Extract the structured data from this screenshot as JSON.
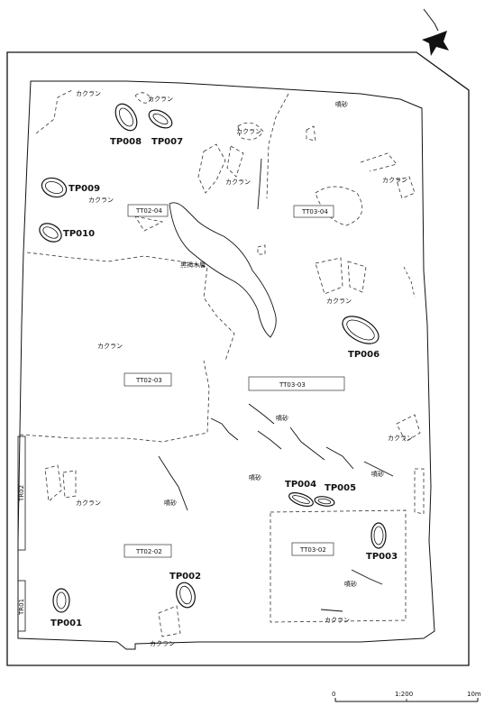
{
  "test_pits": [
    "TP001",
    "TP002",
    "TP003",
    "TP004",
    "TP005",
    "TP006",
    "TP007",
    "TP008",
    "TP009",
    "TP010"
  ],
  "trench_boxes": [
    "TT02-04",
    "TT03-04",
    "TT02-03",
    "TT03-03",
    "TT02-02",
    "TT03-02"
  ],
  "side_labels": [
    "TR02",
    "TR01"
  ],
  "disturbance_label": "カクラン",
  "sand_label": "噴砂",
  "feature_label": "黒褐木層",
  "scale": {
    "zero": "0",
    "ratio": "1:200",
    "end": "10m"
  },
  "colors": {
    "ink": "#111111",
    "paper": "#ffffff"
  }
}
